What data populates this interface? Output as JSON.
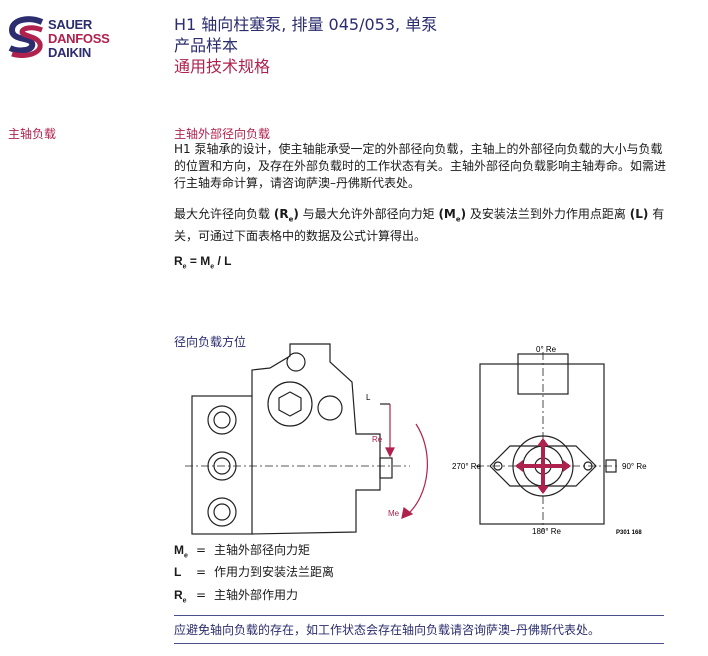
{
  "logo": {
    "line1": "SAUER",
    "line2": "DANFOSS",
    "line3": "DAIKIN"
  },
  "header": {
    "title": "H1 轴向柱塞泵, 排量 045/053, 单泵",
    "subtitle": "产品样本",
    "section": "通用技术规格"
  },
  "sidebar_label": "主轴负载",
  "section_title": "主轴外部径向负载",
  "paragraph1": "H1 泵轴承的设计，使主轴能承受一定的外部径向负载，主轴上的外部径向负载的大小与负载的位置和方向，及存在外部负载时的工作状态有关。主轴外部径向负载影响主轴寿命。如需进行主轴寿命计算，请咨询萨澳–丹佛斯代表处。",
  "paragraph2": {
    "a": "最大允许径向负载 ",
    "r": "R",
    "e": "e",
    "b": " 与最大允许外部径向力矩 ",
    "m": "M",
    "c": " 及安装法兰到外力作用点距离 ",
    "l": "(L)",
    "d": " 有关，可通过下面表格中的数据及公式计算得出。"
  },
  "formula": {
    "r": "R",
    "sub": "e",
    "eq": " = M",
    "sub2": "e",
    "tail": " / L"
  },
  "figure": {
    "title": "径向负载方位",
    "label_L": "L",
    "label_Re": "Re",
    "label_Me": "Me",
    "deg0": "0° Re",
    "deg90": "90° Re",
    "deg180": "180° Re",
    "deg270": "270° Re",
    "code": "P301 168"
  },
  "legend": [
    {
      "sym": "M",
      "sub": "e",
      "eq": "=",
      "desc": "主轴外部径向力矩"
    },
    {
      "sym": "L",
      "sub": "",
      "eq": "=",
      "desc": "作用力到安装法兰距离"
    },
    {
      "sym": "R",
      "sub": "e",
      "eq": "=",
      "desc": "主轴外部作用力"
    }
  ],
  "note": "应避免轴向负载的存在，如工作状态会存在轴向负载请咨询萨澳–丹佛斯代表处。",
  "colors": {
    "navy": "#2b2d6e",
    "crimson": "#b0224e"
  }
}
